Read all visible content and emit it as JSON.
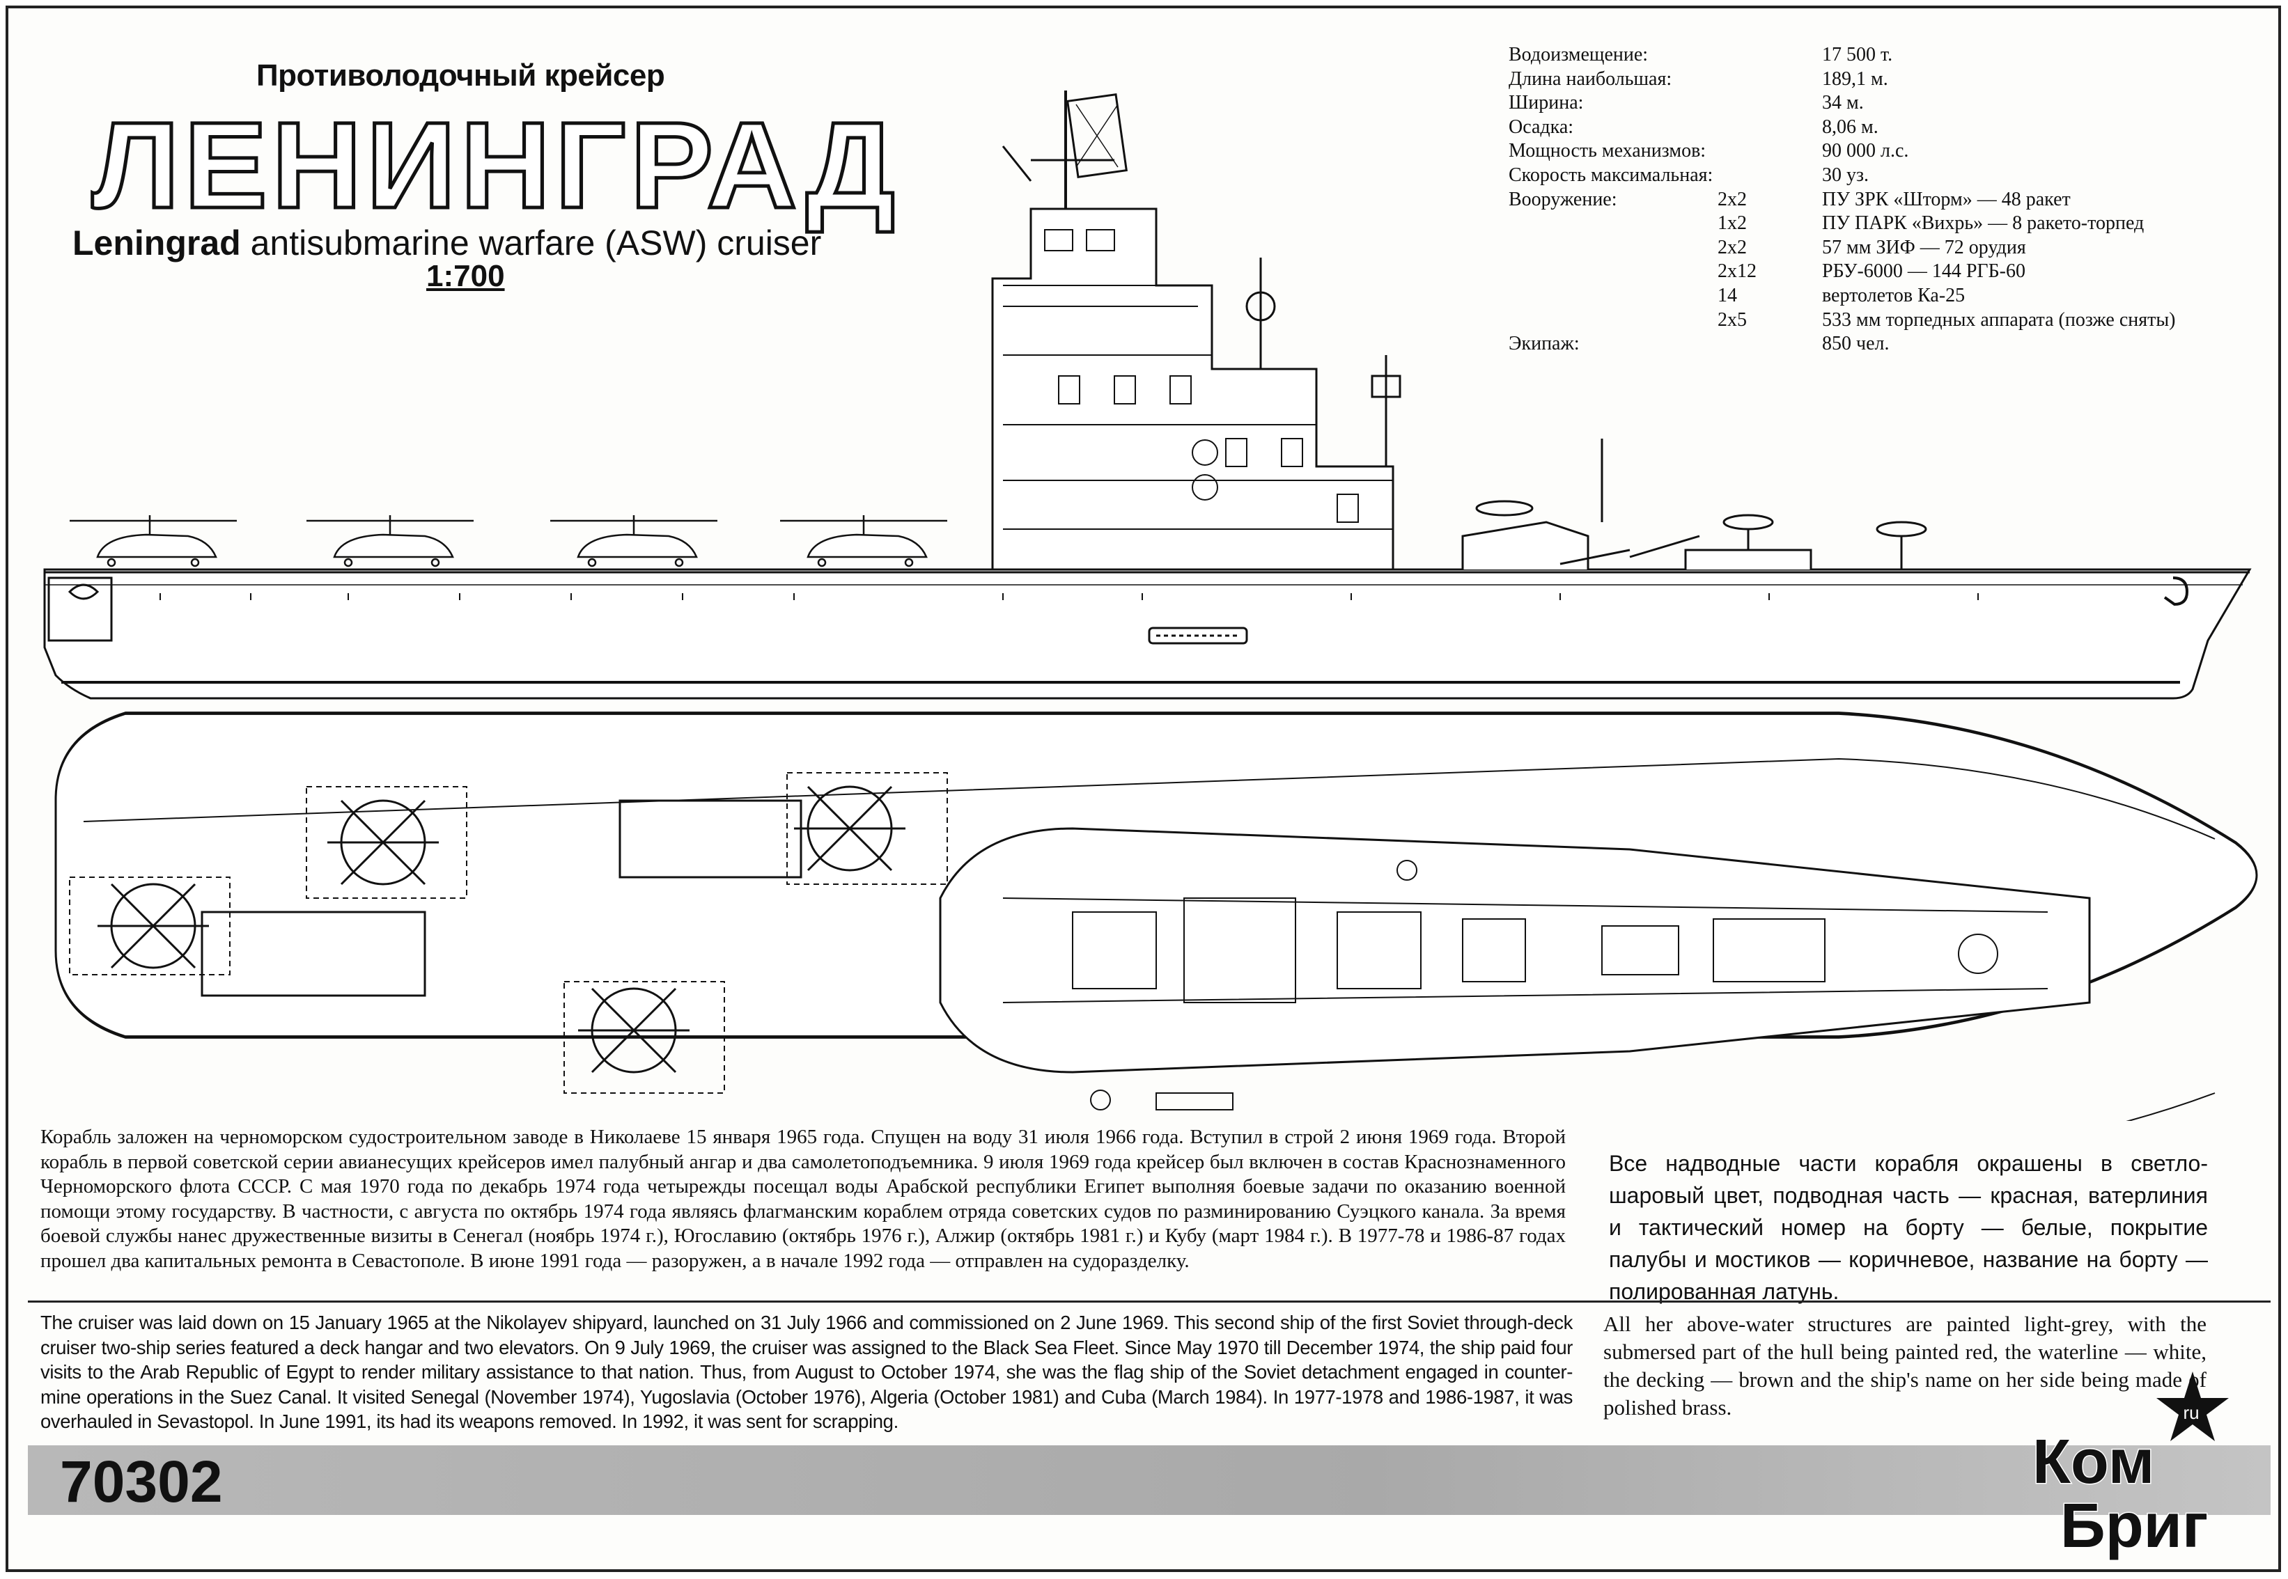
{
  "header": {
    "subtitle_ru": "Противолодочный крейсер",
    "title_ru": "ЛЕНИНГРАД",
    "title_en_bold": "Leningrad",
    "title_en_rest": " antisubmarine warfare (ASW) cruiser",
    "scale": "1:700"
  },
  "specs": [
    {
      "label": "Водоизмещение:",
      "qty": "",
      "value": "17 500 т."
    },
    {
      "label": "Длина наибольшая:",
      "qty": "",
      "value": "189,1 м."
    },
    {
      "label": "Ширина:",
      "qty": "",
      "value": "34 м."
    },
    {
      "label": "Осадка:",
      "qty": "",
      "value": "8,06 м."
    },
    {
      "label": "Мощность механизмов:",
      "qty": "",
      "value": "90 000 л.с."
    },
    {
      "label": "Скорость максимальная:",
      "qty": "",
      "value": "30 уз."
    },
    {
      "label": "Вооружение:",
      "qty": "2x2",
      "value": "ПУ ЗРК «Шторм» — 48 ракет"
    },
    {
      "label": "",
      "qty": "1x2",
      "value": "ПУ ПАРК «Вихрь» — 8 ракето-торпед"
    },
    {
      "label": "",
      "qty": "2x2",
      "value": "57 мм ЗИФ — 72 орудия"
    },
    {
      "label": "",
      "qty": "2x12",
      "value": "РБУ-6000 — 144 РГБ-60"
    },
    {
      "label": "",
      "qty": "14",
      "value": "вертолетов Ка-25"
    },
    {
      "label": "",
      "qty": "2x5",
      "value": "533 мм торпедных аппарата (позже сняты)"
    },
    {
      "label": "Экипаж:",
      "qty": "",
      "value": "850 чел."
    }
  ],
  "history_ru": "Корабль заложен на черноморском судостроительном заводе в Николаеве 15 января 1965 года. Спущен на воду 31 июля 1966 года. Вступил в строй 2 июня 1969 года. Второй корабль в первой советской серии авианесущих крейсеров имел палубный ангар и два самолетоподъемника. 9 июля 1969 года крейсер был включен в состав Краснознаменного Черноморского флота СССР. С мая 1970 года по декабрь 1974 года четырежды посещал воды Арабской республики Египет выполняя боевые задачи по оказанию военной помощи этому государству. В частности, с августа по октябрь 1974 года являясь флагманским кораблем отряда советских судов по разминированию Суэцкого канала. За время боевой службы нанес дружественные визиты в Сенегал (ноябрь 1974 г.), Югославию (октябрь 1976 г.), Алжир (октябрь 1981 г.) и Кубу (март 1984 г.). В 1977-78 и 1986-87 годах прошел два капитальных ремонта в Севастополе. В июне 1991 года — разоружен, а в начале 1992 года — отправлен на судоразделку.",
  "paint_ru": "Все надводные части корабля окрашены в светло-шаровый цвет, подводная часть — красная, ватерлиния и тактический номер на борту — белые, покрытие палубы и мостиков — коричневое, название на борту — полированная латунь.",
  "history_en": "The cruiser was laid down on 15 January 1965 at the Nikolayev shipyard, launched on 31 July 1966 and commissioned on 2 June 1969. This second ship of the first Soviet through-deck cruiser two-ship series featured a deck hangar and two elevators. On 9 July 1969, the cruiser was assigned to the Black Sea Fleet. Since May 1970 till December 1974, the ship paid four visits to the Arab Republic of Egypt to render military assistance to that nation. Thus, from August to October 1974, she was the flag ship of the Soviet detachment engaged in counter-mine operations in the Suez Canal. It visited Senegal (November 1974), Yugoslavia (October 1976), Algeria (October 1981) and Cuba (March 1984). In 1977-1978 and 1986-1987, it was overhauled in Sevastopol. In June 1991, its had its weapons removed. In 1992, it was sent for scrapping.",
  "paint_en": "All her above-water structures are painted light-grey, with the submersed part of the hull being painted red, the waterline — white, the decking — brown and the ship's name on her side being made of polished brass.",
  "footer": {
    "catalog_number": "70302",
    "brand_line1": "Ком",
    "brand_line2": "Бриг",
    "brand_tag": "ru"
  },
  "colors": {
    "ink": "#111111",
    "paper": "#fdfdfb",
    "band": "#b0b0b0"
  },
  "icons": [
    "helicopter-icon",
    "star-icon"
  ]
}
